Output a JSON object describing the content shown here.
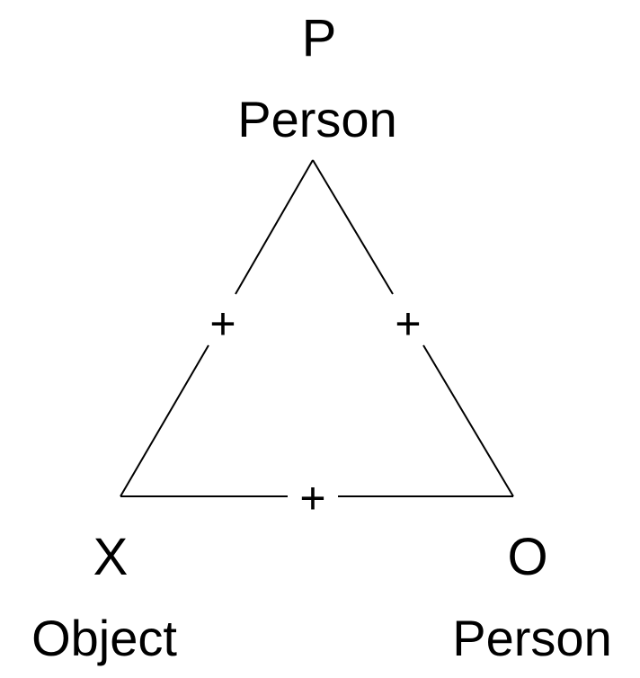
{
  "nodes": {
    "p": {
      "letter": "P",
      "label": "Person"
    },
    "x": {
      "letter": "X",
      "label": "Object"
    },
    "o": {
      "letter": "O",
      "label": "Person"
    }
  },
  "edges": {
    "p_x": {
      "sign": "+"
    },
    "p_o": {
      "sign": "+"
    },
    "x_o": {
      "sign": "+"
    }
  },
  "colors": {
    "line": "#000000",
    "text": "#000000",
    "background": "#ffffff"
  }
}
